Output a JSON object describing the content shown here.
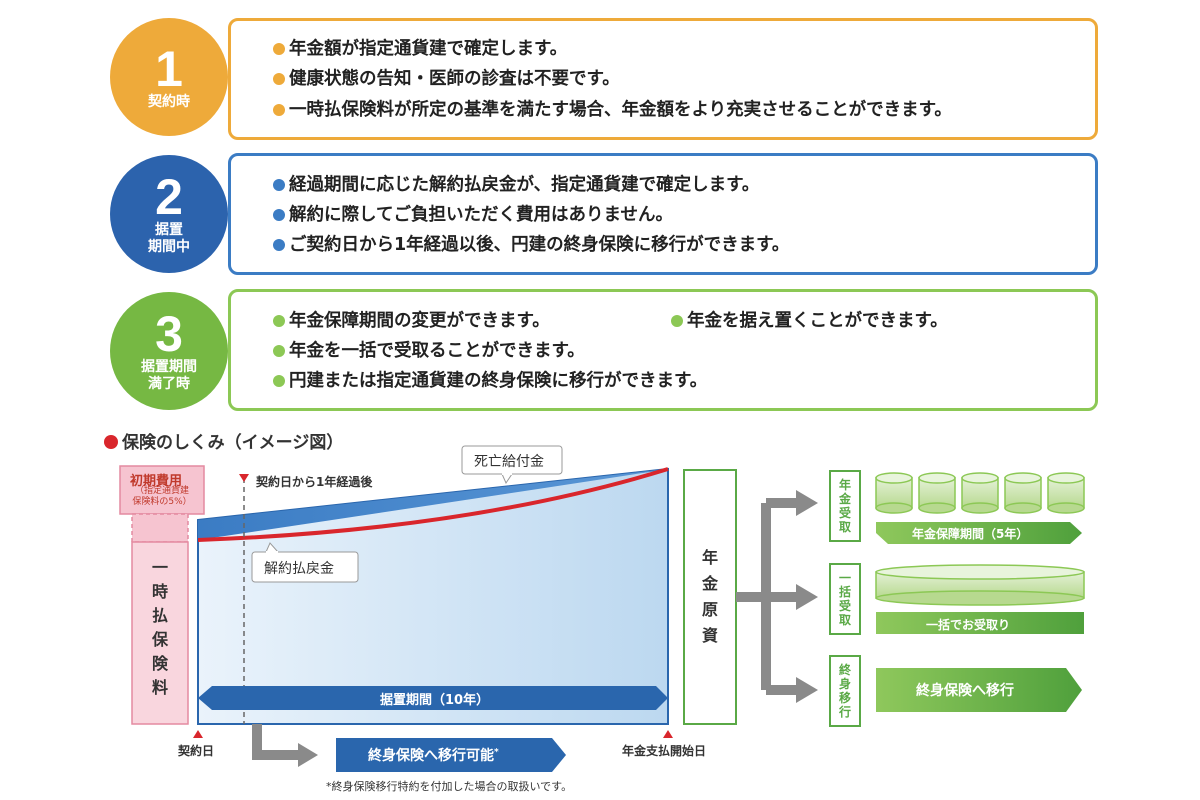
{
  "steps": [
    {
      "num": "1",
      "label": "契約時",
      "color": "#eeaa3a",
      "border": "#eeaa3a",
      "items": [
        "年金額が指定通貨建で確定します。",
        "健康状態の告知・医師の診査は不要です。",
        "一時払保険料が所定の基準を満たす場合、年金額をより充実させることができます。"
      ]
    },
    {
      "num": "2",
      "label": "据置\n期間中",
      "color": "#2c63ad",
      "border": "#3b7cc4",
      "items": [
        "経過期間に応じた解約払戻金が、指定通貨建で確定します。",
        "解約に際してご負担いただく費用はありません。",
        "ご契約日から1年経過以後、円建の終身保険に移行ができます。"
      ]
    },
    {
      "num": "3",
      "label": "据置期間\n満了時",
      "color": "#76b843",
      "border": "#8cc855",
      "items": [
        "年金保障期間の変更ができます。",
        "年金を据え置くことができます。",
        "年金を一括で受取ることができます。",
        "円建または指定通貨建の終身保険に移行ができます。"
      ]
    }
  ],
  "diagram": {
    "title": "保険のしくみ（イメージ図）",
    "initial_cost_label": "初期費用",
    "initial_cost_note": "（指定通貨建\n保険料の5%）",
    "premium_label": "一\n時\n払\n保\n険\n料",
    "one_year_label": "契約日から1年経過後",
    "death_benefit_label": "死亡給付金",
    "surrender_label": "解約払戻金",
    "deferral_label": "据置期間（10年）",
    "contract_day": "契約日",
    "annuity_start": "年金支払開始日",
    "fund_label": "年\n金\n原\n資",
    "whole_life_possible": "終身保険へ移行可能",
    "asterisk": "*",
    "footnote": "*終身保険移行特約を付加した場合の取扱いです。",
    "options": [
      {
        "box": "年\n金\n受\n取",
        "bar": "年金保障期間（5年）"
      },
      {
        "box": "一\n括\n受\n取",
        "bar": "一括でお受取り"
      },
      {
        "box": "終\n身\n移\n行",
        "bar": "終身保険へ移行"
      }
    ],
    "colors": {
      "red": "#d9262c",
      "blue": "#2a66ad",
      "green": "#5aa946",
      "pink": "#f2b8c6"
    }
  }
}
